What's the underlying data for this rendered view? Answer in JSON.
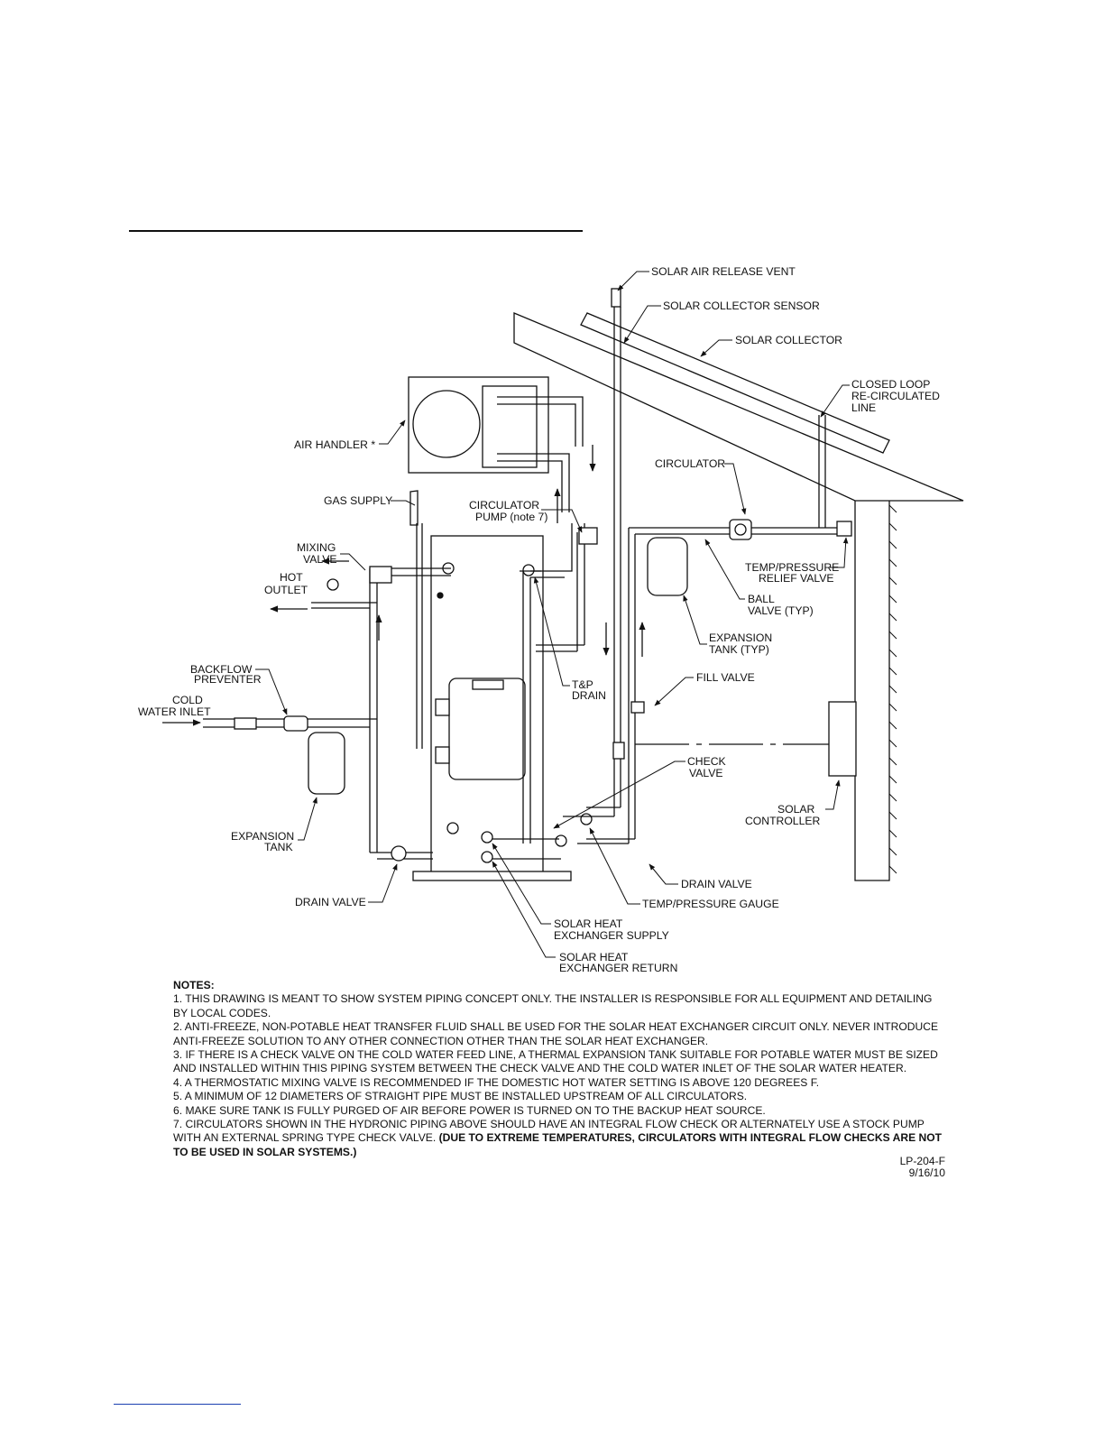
{
  "labels": {
    "solar_air_release_vent": "SOLAR AIR RELEASE VENT",
    "solar_collector_sensor": "SOLAR COLLECTOR SENSOR",
    "solar_collector": "SOLAR COLLECTOR",
    "closed_loop": [
      "CLOSED LOOP",
      "RE-CIRCULATED",
      "LINE"
    ],
    "air_handler": "AIR HANDLER *",
    "circulator": "CIRCULATOR",
    "gas_supply": "GAS SUPPLY",
    "circulator_pump": [
      "CIRCULATOR",
      "PUMP (note 7)"
    ],
    "mixing_valve": [
      "MIXING",
      "VALVE"
    ],
    "hot_outlet": [
      "HOT",
      "OUTLET"
    ],
    "temp_pressure_relief": [
      "TEMP/PRESSURE",
      "RELIEF VALVE"
    ],
    "ball_valve": [
      "BALL",
      "VALVE (TYP)"
    ],
    "expansion_tank_typ": [
      "EXPANSION",
      "TANK (TYP)"
    ],
    "backflow_preventer": [
      "BACKFLOW",
      "PREVENTER"
    ],
    "fill_valve": "FILL VALVE",
    "tp_drain": [
      "T&P",
      "DRAIN"
    ],
    "cold_water_inlet": [
      "COLD",
      "WATER INLET"
    ],
    "check_valve": [
      "CHECK",
      "VALVE"
    ],
    "solar_controller": [
      "SOLAR",
      "CONTROLLER"
    ],
    "expansion_tank": [
      "EXPANSION",
      "TANK"
    ],
    "drain_valve_right": "DRAIN VALVE",
    "drain_valve_left": "DRAIN VALVE",
    "temp_pressure_gauge": "TEMP/PRESSURE GAUGE",
    "hx_supply": [
      "SOLAR HEAT",
      "EXCHANGER SUPPLY"
    ],
    "hx_return": [
      "SOLAR HEAT",
      "EXCHANGER RETURN"
    ]
  },
  "notes": {
    "heading": "NOTES:",
    "items": [
      "1. THIS DRAWING IS MEANT TO SHOW SYSTEM PIPING CONCEPT ONLY. THE INSTALLER IS RESPONSIBLE FOR ALL EQUIPMENT AND DETAILING BY LOCAL CODES.",
      "2. ANTI-FREEZE, NON-POTABLE HEAT TRANSFER FLUID SHALL BE USED FOR THE SOLAR HEAT EXCHANGER CIRCUIT ONLY. NEVER INTRODUCE ANTI-FREEZE SOLUTION TO ANY OTHER CONNECTION OTHER THAN THE SOLAR HEAT EXCHANGER.",
      "3. IF THERE IS A CHECK VALVE ON THE COLD WATER FEED LINE, A THERMAL EXPANSION TANK SUITABLE FOR POTABLE WATER MUST BE SIZED AND INSTALLED WITHIN THIS PIPING SYSTEM BETWEEN THE CHECK VALVE AND THE COLD WATER INLET OF THE SOLAR WATER HEATER.",
      "4. A THERMOSTATIC MIXING VALVE IS RECOMMENDED IF THE DOMESTIC HOT WATER SETTING IS ABOVE 120 DEGREES F.",
      "5. A MINIMUM OF 12 DIAMETERS OF STRAIGHT PIPE MUST BE INSTALLED UPSTREAM OF ALL CIRCULATORS.",
      "6. MAKE SURE TANK IS FULLY PURGED OF AIR BEFORE POWER IS TURNED ON TO THE BACKUP HEAT SOURCE."
    ],
    "item7_text": "7. CIRCULATORS SHOWN IN THE HYDRONIC PIPING ABOVE SHOULD HAVE AN INTEGRAL FLOW CHECK OR ALTERNATELY USE A STOCK PUMP WITH AN EXTERNAL SPRING TYPE CHECK VALVE.",
    "item7_bold": "(DUE TO EXTREME TEMPERATURES, CIRCULATORS WITH INTEGRAL FLOW CHECKS ARE NOT TO BE USED IN SOLAR SYSTEMS.)"
  },
  "doc_ref": {
    "code": "LP-204-F",
    "date": "9/16/10"
  }
}
